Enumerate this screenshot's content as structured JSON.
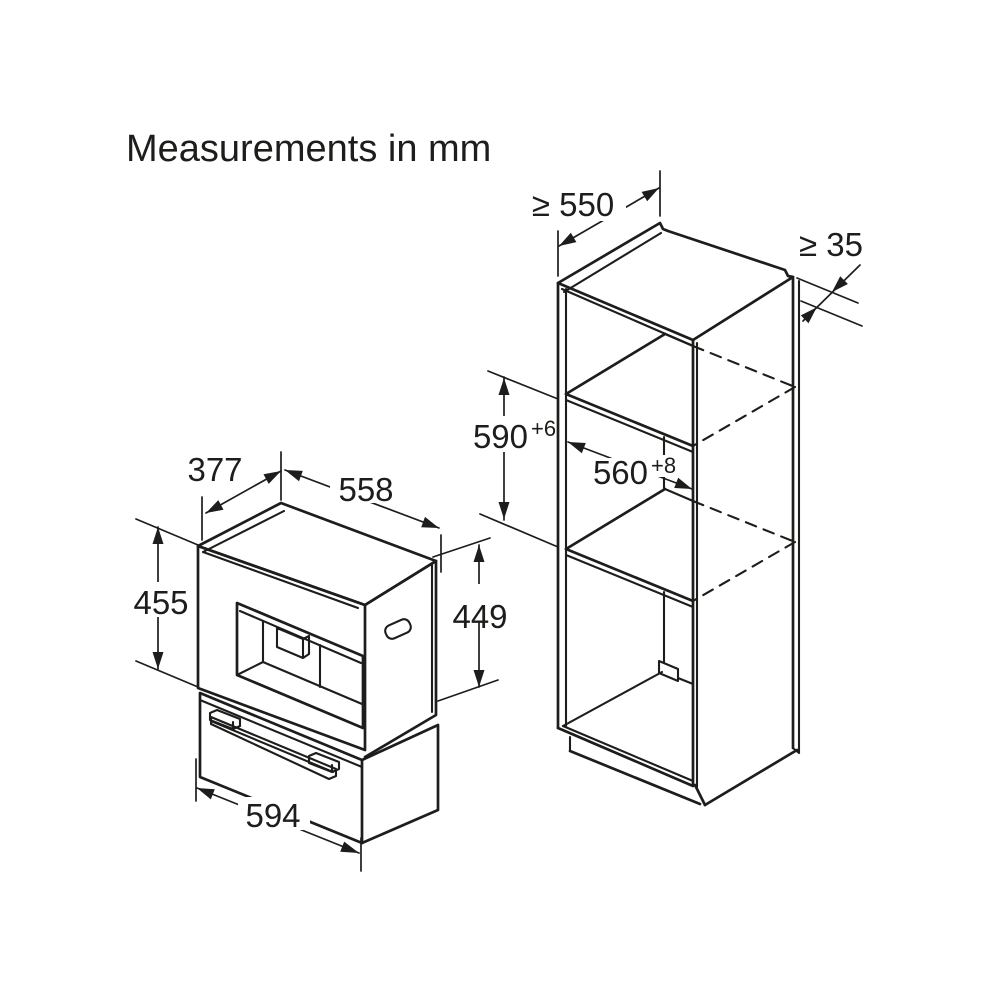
{
  "title": "Measurements in mm",
  "appliance": {
    "depth": "377",
    "width": "558",
    "front_height": "455",
    "body_height": "449",
    "overall_width": "594"
  },
  "cabinet": {
    "min_depth": "≥ 550",
    "min_rear_clearance": "≥ 35",
    "niche_height": "590",
    "niche_height_tolerance": "+6",
    "niche_width": "560",
    "niche_width_tolerance": "+8"
  },
  "colors": {
    "line": "#1d1d1b",
    "background": "#ffffff"
  }
}
